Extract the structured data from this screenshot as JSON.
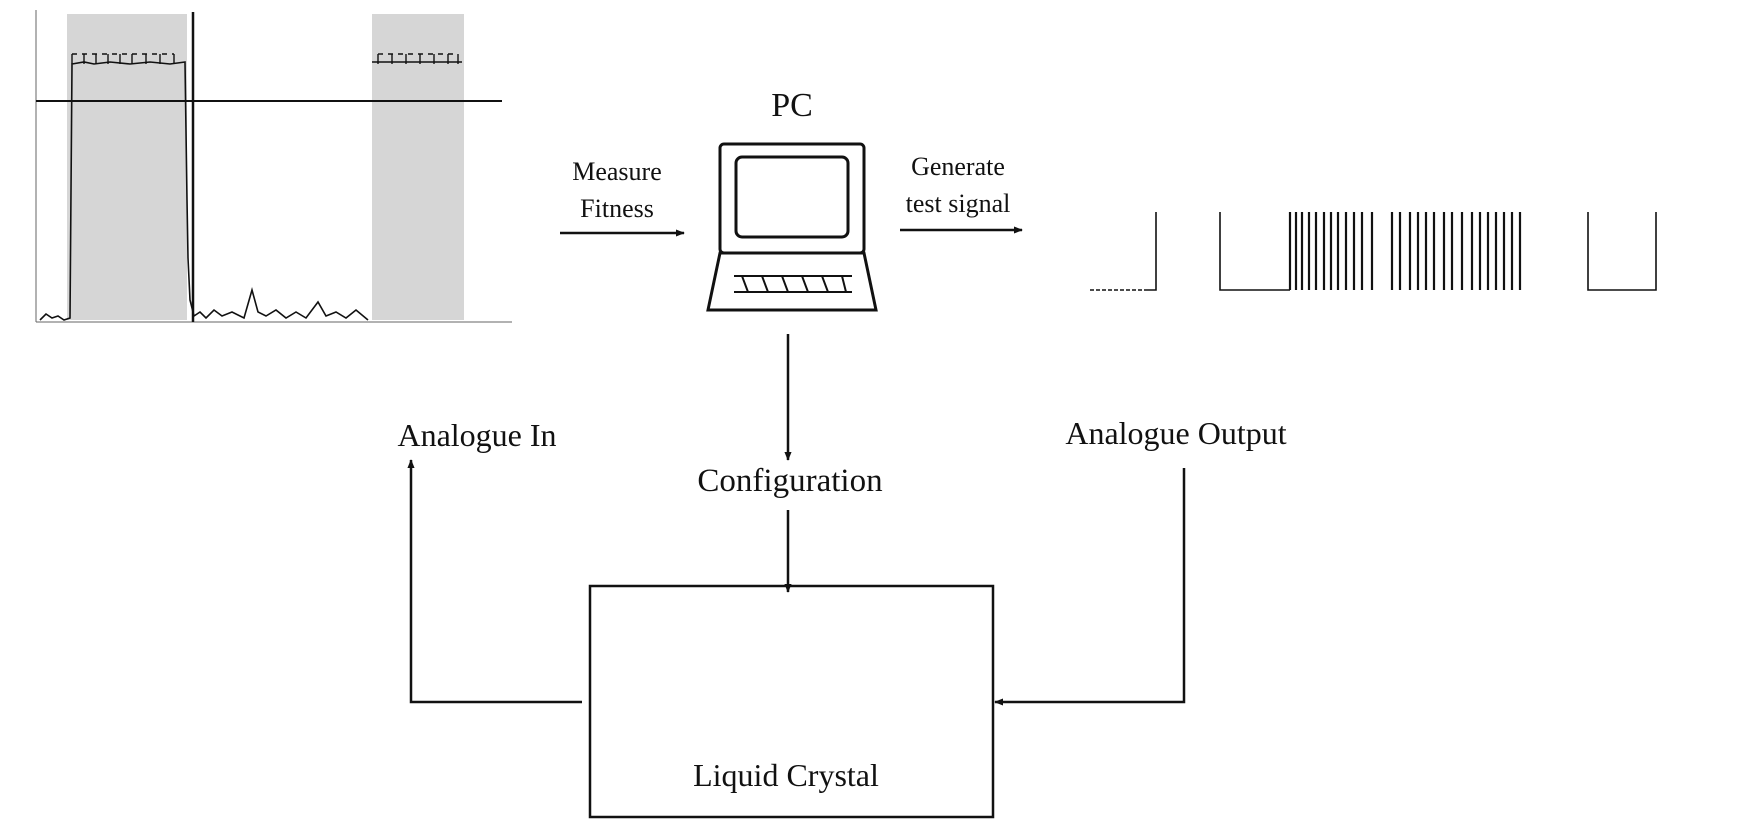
{
  "labels": {
    "pc": "PC",
    "measure_fitness_line1": "Measure",
    "measure_fitness_line2": "Fitness",
    "generate_line1": "Generate",
    "generate_line2": "test signal",
    "analogue_in": "Analogue In",
    "analogue_output": "Analogue Output",
    "configuration": "Configuration",
    "liquid_crystal": "Liquid Crystal"
  },
  "colors": {
    "line": "#111111",
    "band": "#d6d6d6"
  }
}
